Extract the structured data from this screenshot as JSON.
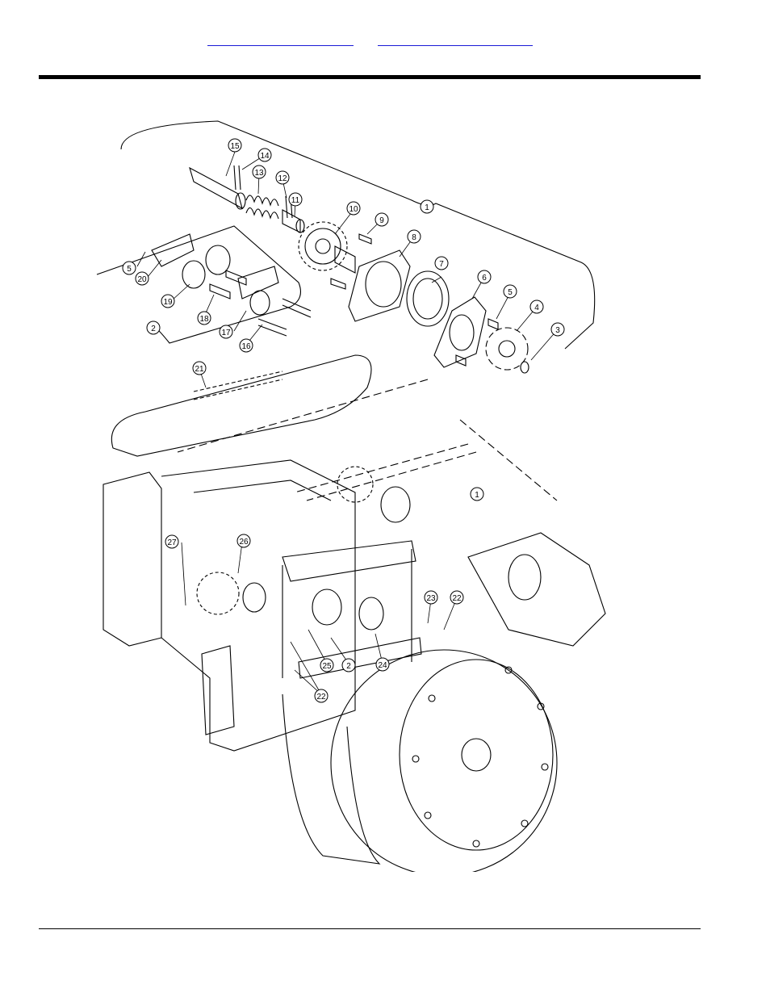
{
  "header": {
    "links": [
      {
        "label": ""
      },
      {
        "label": ""
      }
    ]
  },
  "callouts": [
    "15",
    "14",
    "13",
    "12",
    "11",
    "10",
    "9",
    "8",
    "1",
    "5",
    "20",
    "19",
    "18",
    "17",
    "16",
    "2",
    "7",
    "6",
    "5",
    "4",
    "3",
    "21",
    "1",
    "27",
    "26",
    "23",
    "22",
    "25",
    "2",
    "24",
    "22"
  ]
}
